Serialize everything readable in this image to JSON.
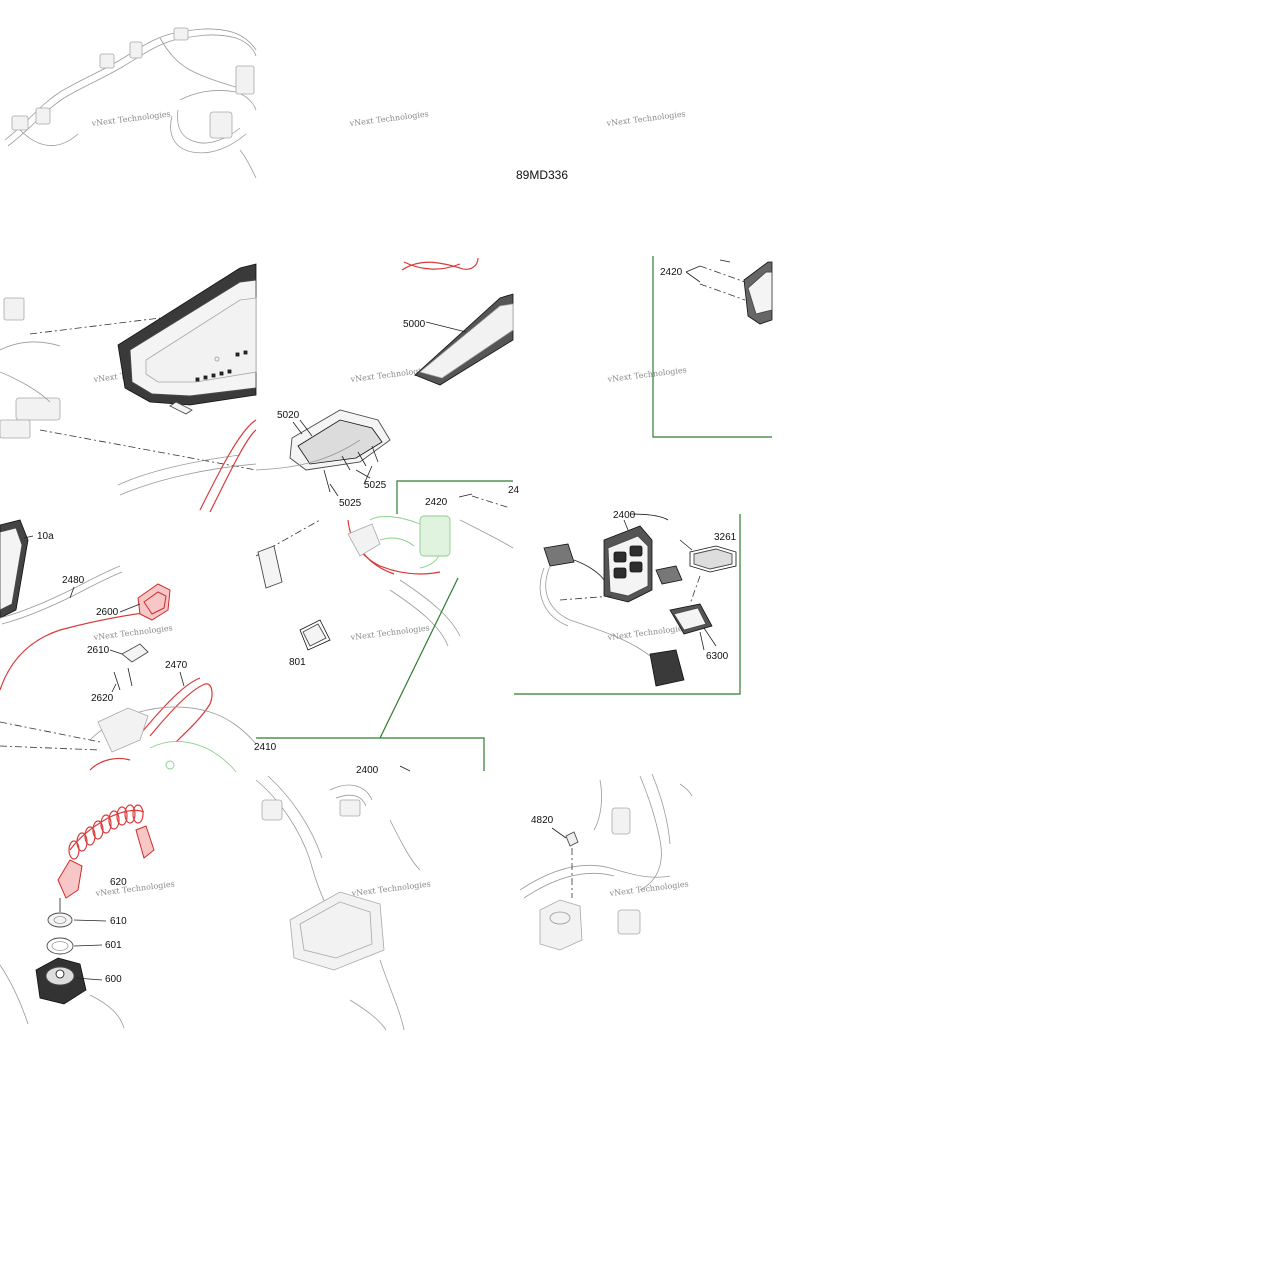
{
  "diagram": {
    "code": "89MD336",
    "watermark": "vNext Technologies",
    "part_numbers": {
      "p10a": "10a",
      "p2480": "2480",
      "p2600": "2600",
      "p2610": "2610",
      "p2620": "2620",
      "p2470": "2470",
      "p620": "620",
      "p610": "610",
      "p601": "601",
      "p600": "600",
      "p5000": "5000",
      "p5020": "5020",
      "p5025a": "5025",
      "p5025b": "5025",
      "p801": "801",
      "p2420a": "2420",
      "p2420b": "2420",
      "p2400a": "2400",
      "p2400b": "2400",
      "p2410": "2410",
      "p3261": "3261",
      "p6300": "6300",
      "p4820": "4820",
      "p24": "24"
    }
  }
}
